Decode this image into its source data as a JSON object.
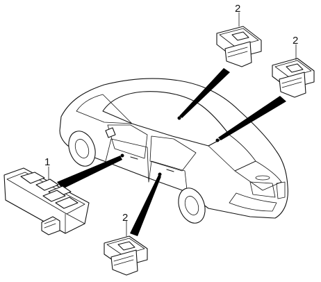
{
  "diagram": {
    "callouts": [
      {
        "id": "main-switch",
        "number": "1"
      },
      {
        "id": "rear-left-switch",
        "number": "2"
      },
      {
        "id": "rear-right-switch",
        "number": "2"
      },
      {
        "id": "front-passenger-switch",
        "number": "2"
      }
    ]
  }
}
